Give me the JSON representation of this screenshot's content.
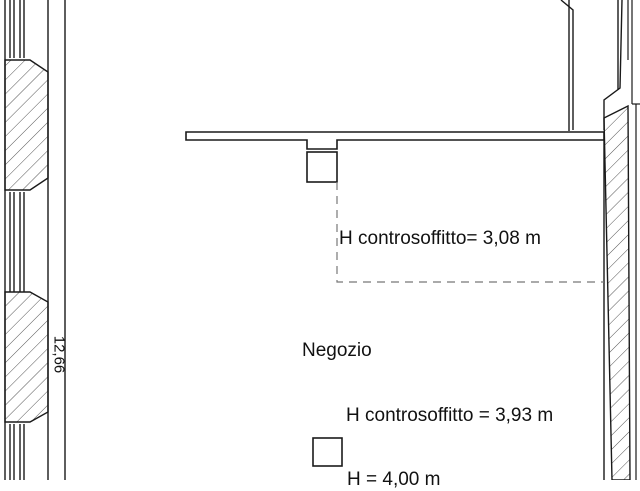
{
  "plan": {
    "room_label": "Negozio",
    "ceiling_labels": [
      "H controsoffitto= 3,08 m",
      "H controsoffitto = 3,93 m",
      "H = 4,00 m"
    ],
    "dimension_label": "12,66",
    "colors": {
      "wall_line": "#1a1a1a",
      "hatch": "#555555",
      "dashed": "#777777",
      "background": "#ffffff"
    }
  }
}
